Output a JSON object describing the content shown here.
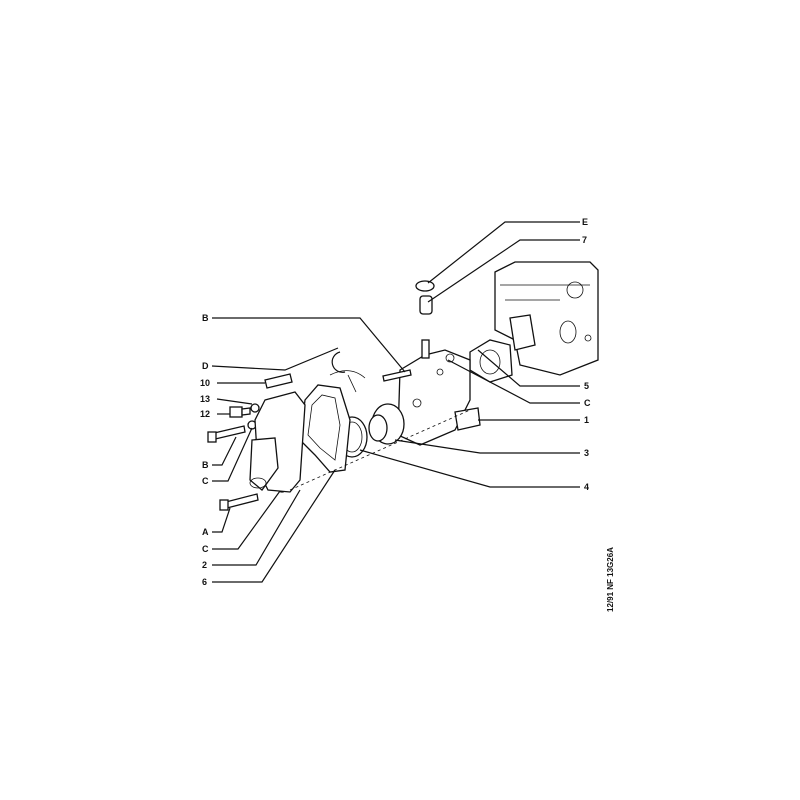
{
  "labels_right": {
    "E": "E",
    "seven": "7",
    "B": "B",
    "five": "5",
    "C": "C",
    "one": "1",
    "three": "3",
    "four": "4"
  },
  "labels_left": {
    "D": "D",
    "ten": "10",
    "thirteen": "13",
    "twelve": "12",
    "B": "B",
    "C1": "C",
    "A": "A",
    "C2": "C",
    "two": "2",
    "six": "6"
  },
  "reference_code": "12/91 NF 13G26A"
}
